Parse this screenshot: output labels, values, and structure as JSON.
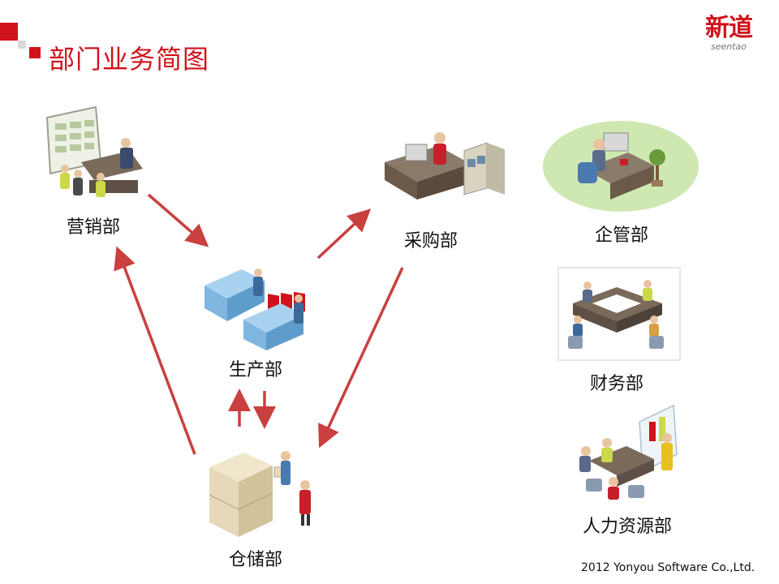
{
  "slide": {
    "title": "部门业务简图",
    "brand_zh": "新道",
    "brand_en": "seentao",
    "footer": "2012 Yonyou Software Co.,Ltd."
  },
  "departments": {
    "marketing": "营销部",
    "production": "生产部",
    "purchasing": "采购部",
    "warehouse": "仓储部",
    "management": "企管部",
    "finance": "财务部",
    "hr": "人力资源部"
  },
  "colors": {
    "accent_red": "#d0121b",
    "arrow": "#c9403f",
    "machine_blue": "#7fb6e0",
    "box_tan": "#e6d8b8",
    "desk_brown": "#6b5a4a",
    "ellipse_green": "#cfe8b2"
  },
  "icons": [
    "marketing-scene-icon",
    "production-scene-icon",
    "purchasing-scene-icon",
    "warehouse-scene-icon",
    "management-scene-icon",
    "finance-scene-icon",
    "hr-scene-icon"
  ]
}
